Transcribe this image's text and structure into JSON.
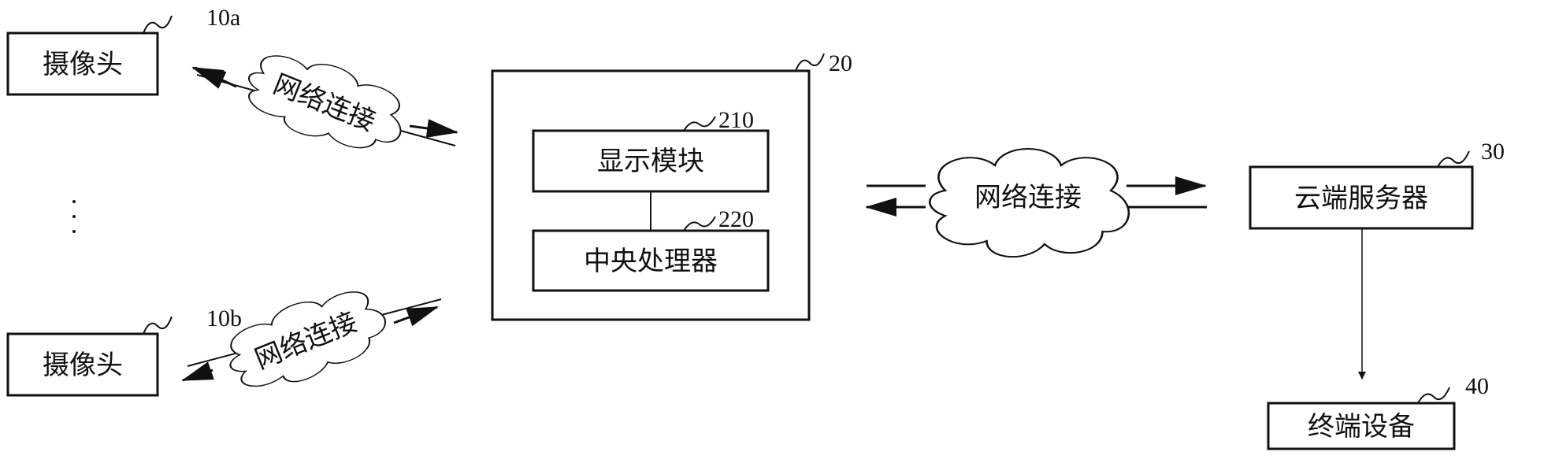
{
  "camera_a": {
    "label": "摄像头",
    "ref": "10a"
  },
  "camera_b": {
    "label": "摄像头",
    "ref": "10b"
  },
  "ellipsis": "⋮",
  "device": {
    "ref": "20",
    "display_module": {
      "label": "显示模块",
      "ref": "210"
    },
    "cpu": {
      "label": "中央处理器",
      "ref": "220"
    }
  },
  "network": {
    "upper": "网络连接",
    "lower": "网络连接",
    "middle": "网络连接"
  },
  "cloud_server": {
    "label": "云端服务器",
    "ref": "30"
  },
  "terminal": {
    "label": "终端设备",
    "ref": "40"
  }
}
